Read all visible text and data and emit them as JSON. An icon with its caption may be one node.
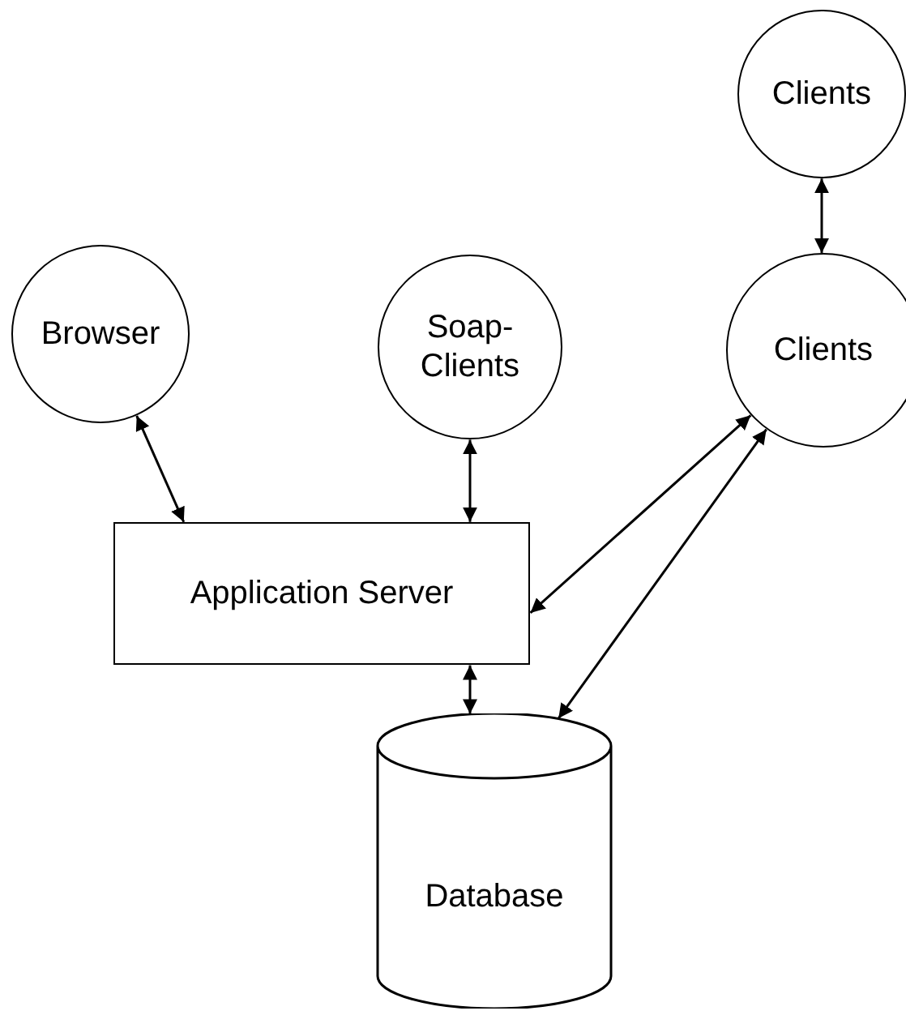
{
  "diagram": {
    "nodes": [
      {
        "text": [
          "Clients"
        ]
      },
      {
        "text": [
          "Browser"
        ]
      },
      {
        "text": [
          "Soap-Clients"
        ]
      },
      {
        "text": [
          "Clients"
        ]
      },
      {
        "text": [
          "Application Server"
        ]
      },
      {
        "text": [
          "Database"
        ]
      }
    ],
    "edges": [
      {
        "from": 0,
        "to": 3,
        "arrow": "both"
      },
      {
        "from": 1,
        "to": 4,
        "arrow": "both"
      },
      {
        "from": 2,
        "to": 4,
        "arrow": "both"
      },
      {
        "from": 3,
        "to": 4,
        "arrow": "both"
      },
      {
        "from": 4,
        "to": 5,
        "arrow": "both"
      },
      {
        "from": 3,
        "to": 5,
        "arrow": "both"
      }
    ]
  }
}
